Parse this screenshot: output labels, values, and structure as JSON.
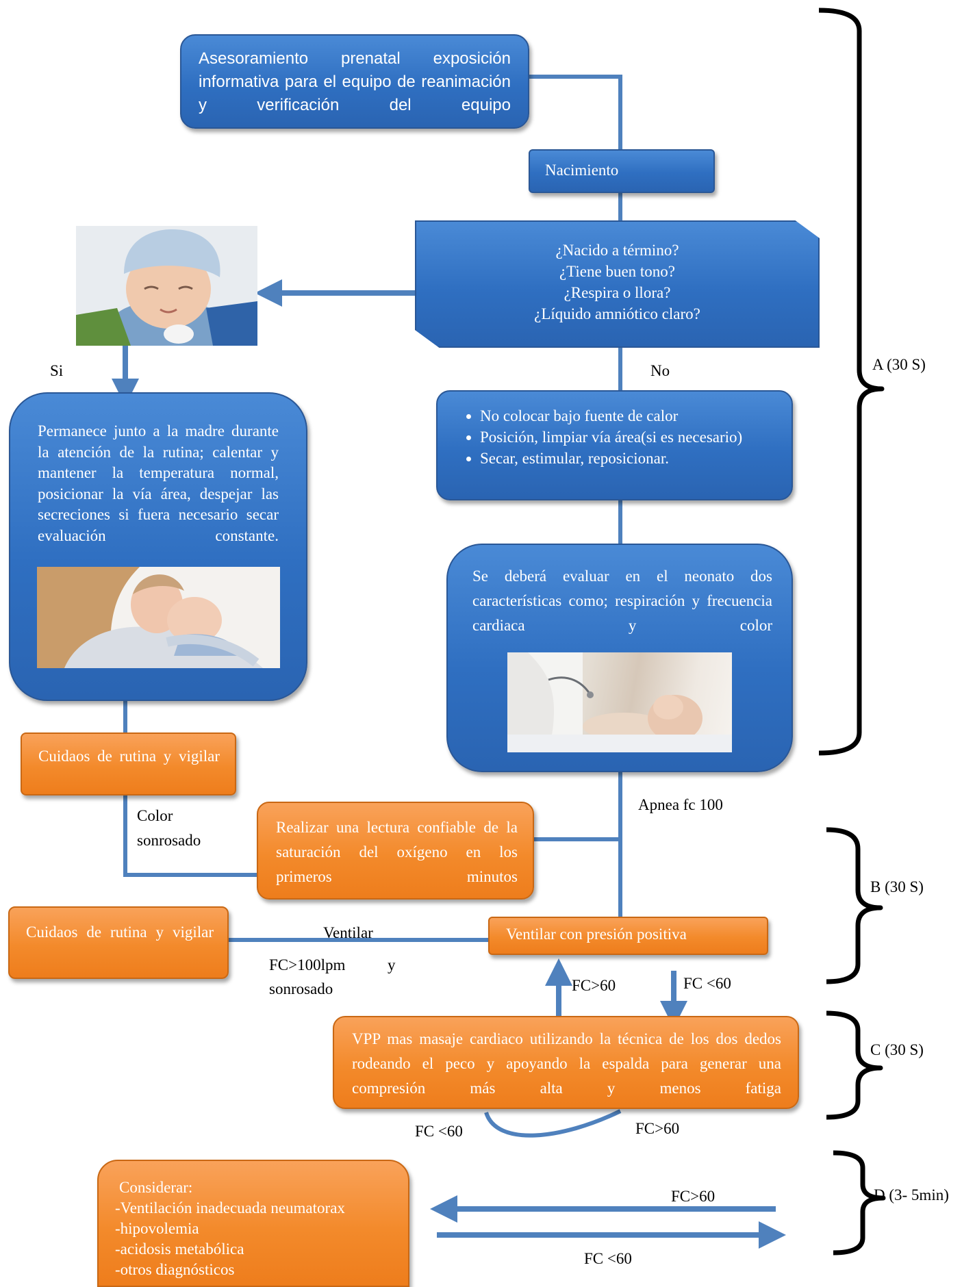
{
  "boxes": {
    "prenatal": "Asesoramiento prenatal exposición informativa para el equipo de reanimación y verificación del equipo",
    "birth": "Nacimiento",
    "questions": [
      "¿Nacido a término?",
      "¿Tiene buen tono?",
      "¿Respira o llora?",
      "¿Líquido amniótico claro?"
    ],
    "initial_steps": [
      "No colocar bajo fuente de calor",
      "Posición, limpiar vía área(si es necesario)",
      "Secar, estimular, reposicionar."
    ],
    "evaluate": "Se deberá evaluar en el neonato dos características como; respiración y frecuencia cardiaca y color",
    "mother": "Permanece junto a la madre durante la atención de la rutina; calentar y mantener la temperatura normal, posicionar la vía área, despejar las secreciones si fuera necesario secar evaluación constante.",
    "routine_care_1": "Cuidaos de rutina y vigilar",
    "saturation": "Realizar una lectura confiable de la saturación del oxígeno en los primeros minutos",
    "routine_care_2": "Cuidaos de rutina y vigilar",
    "ventilate_ppv": "Ventilar con presión positiva",
    "vpp_massage": "VPP mas masaje cardiaco utilizando la técnica de los dos dedos rodeando el peco y apoyando la espalda para generar una compresión más alta y menos fatiga",
    "consider_title": "Considerar:",
    "consider_items": [
      "-Ventilación inadecuada neumatorax",
      "-hipovolemia",
      "-acidosis metabólica",
      "-otros diagnósticos"
    ]
  },
  "labels": {
    "si": "Si",
    "no": "No",
    "apnea": "Apnea fc 100",
    "color": "Color",
    "sonrosado": "sonrosado",
    "ventilar": "Ventilar",
    "fc100": "FC>100lpm",
    "fc100_y": "y",
    "sonrosado2": "sonrosado",
    "fc_gt60_up": "FC>60",
    "fc_lt60_down": "FC <60",
    "fc_lt60_loop": "FC <60",
    "fc_gt60_loop": "FC>60",
    "fc_gt60_right": "FC>60",
    "fc_lt60_right": "FC <60"
  },
  "phases": {
    "a": "A (30 S)",
    "b": "B (30 S)",
    "c": "C (30 S)",
    "d": "D (3- 5min)"
  },
  "colors": {
    "blue_box": "#2f6fc1",
    "orange_box": "#f38a2b",
    "connector": "#4f81bd"
  },
  "icons": {
    "baby_photo": "newborn-photo",
    "mother_photo": "mother-baby-photo",
    "doctor_photo": "doctor-exam-photo"
  }
}
